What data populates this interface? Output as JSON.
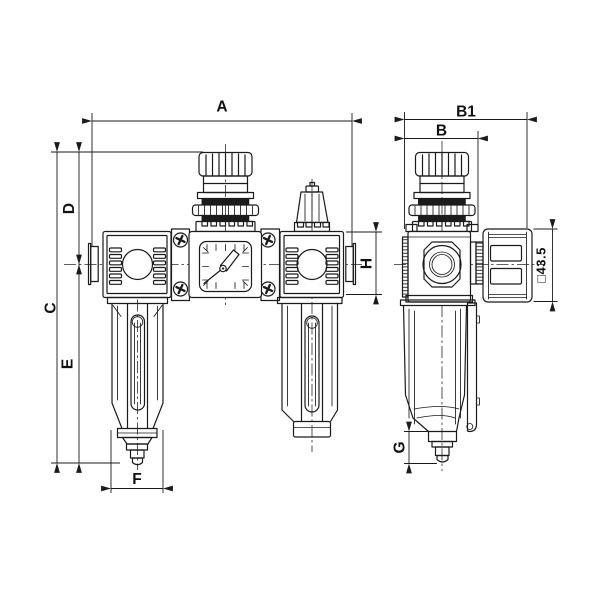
{
  "drawing": {
    "kind": "technical-dimension-drawing",
    "dims": {
      "A": "A",
      "B1": "B1",
      "B": "B",
      "C": "C",
      "D": "D",
      "E": "E",
      "F": "F",
      "G": "G",
      "H": "H",
      "square_size": "□43.5"
    },
    "colors": {
      "line": "#1b1b1b",
      "background": "#ffffff"
    }
  }
}
